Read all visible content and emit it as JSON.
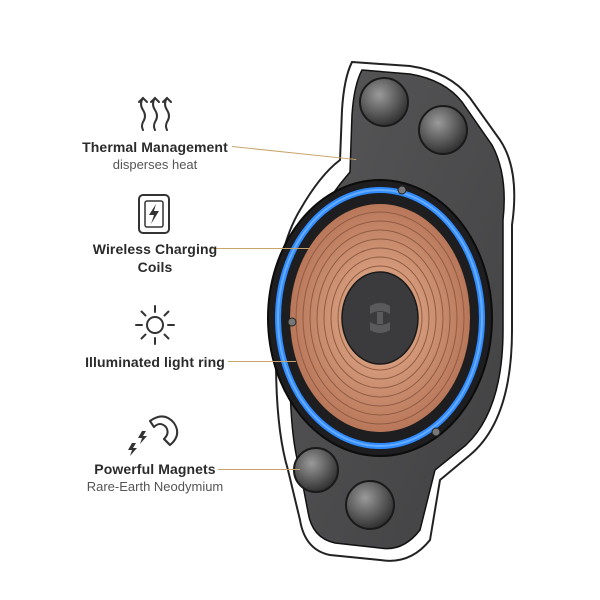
{
  "features": [
    {
      "title": "Thermal Management",
      "subtitle": "disperses heat",
      "icon": "heat-waves-icon"
    },
    {
      "title": "Wireless Charging",
      "title_line2": "Coils",
      "icon": "charging-bolt-icon"
    },
    {
      "title": "Illuminated light ring",
      "icon": "sun-icon"
    },
    {
      "title": "Powerful Magnets",
      "subtitle": "Rare-Earth Neodymium",
      "icon": "magnet-icon"
    }
  ],
  "colors": {
    "accent_ring": "#2f8cff",
    "coil": "#c8906a",
    "leader_line": "#c9a46a",
    "body_dark": "#2a2a2c"
  }
}
